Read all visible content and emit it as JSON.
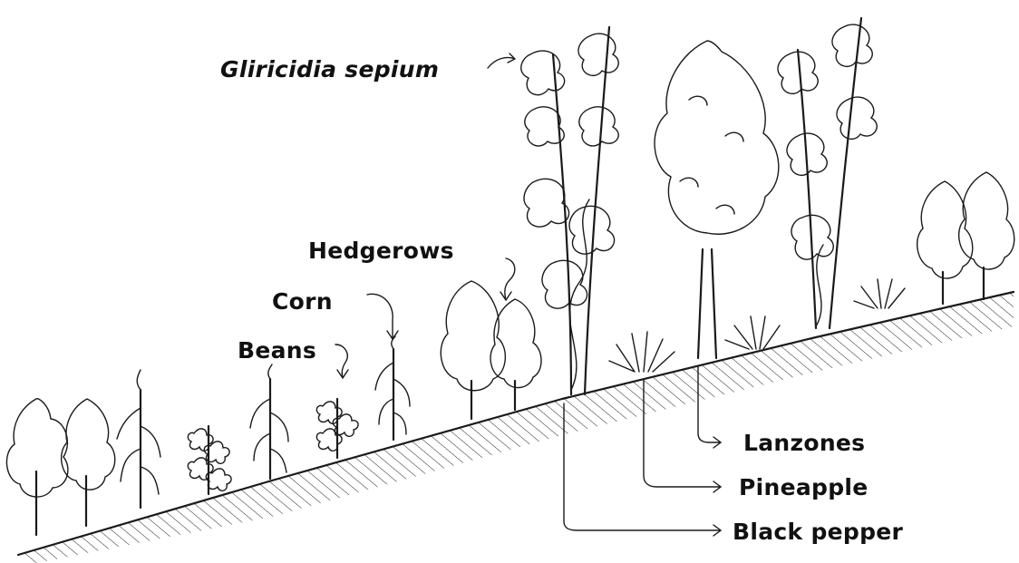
{
  "labels": {
    "gliricidia": "Gliricidia sepium",
    "hedgerows": "Hedgerows",
    "corn": "Corn",
    "beans": "Beans",
    "lanzones": "Lanzones",
    "pineapple": "Pineapple",
    "black_pepper": "Black pepper"
  },
  "colors": {
    "ink": "#1a1a1a",
    "background": "#ffffff"
  }
}
